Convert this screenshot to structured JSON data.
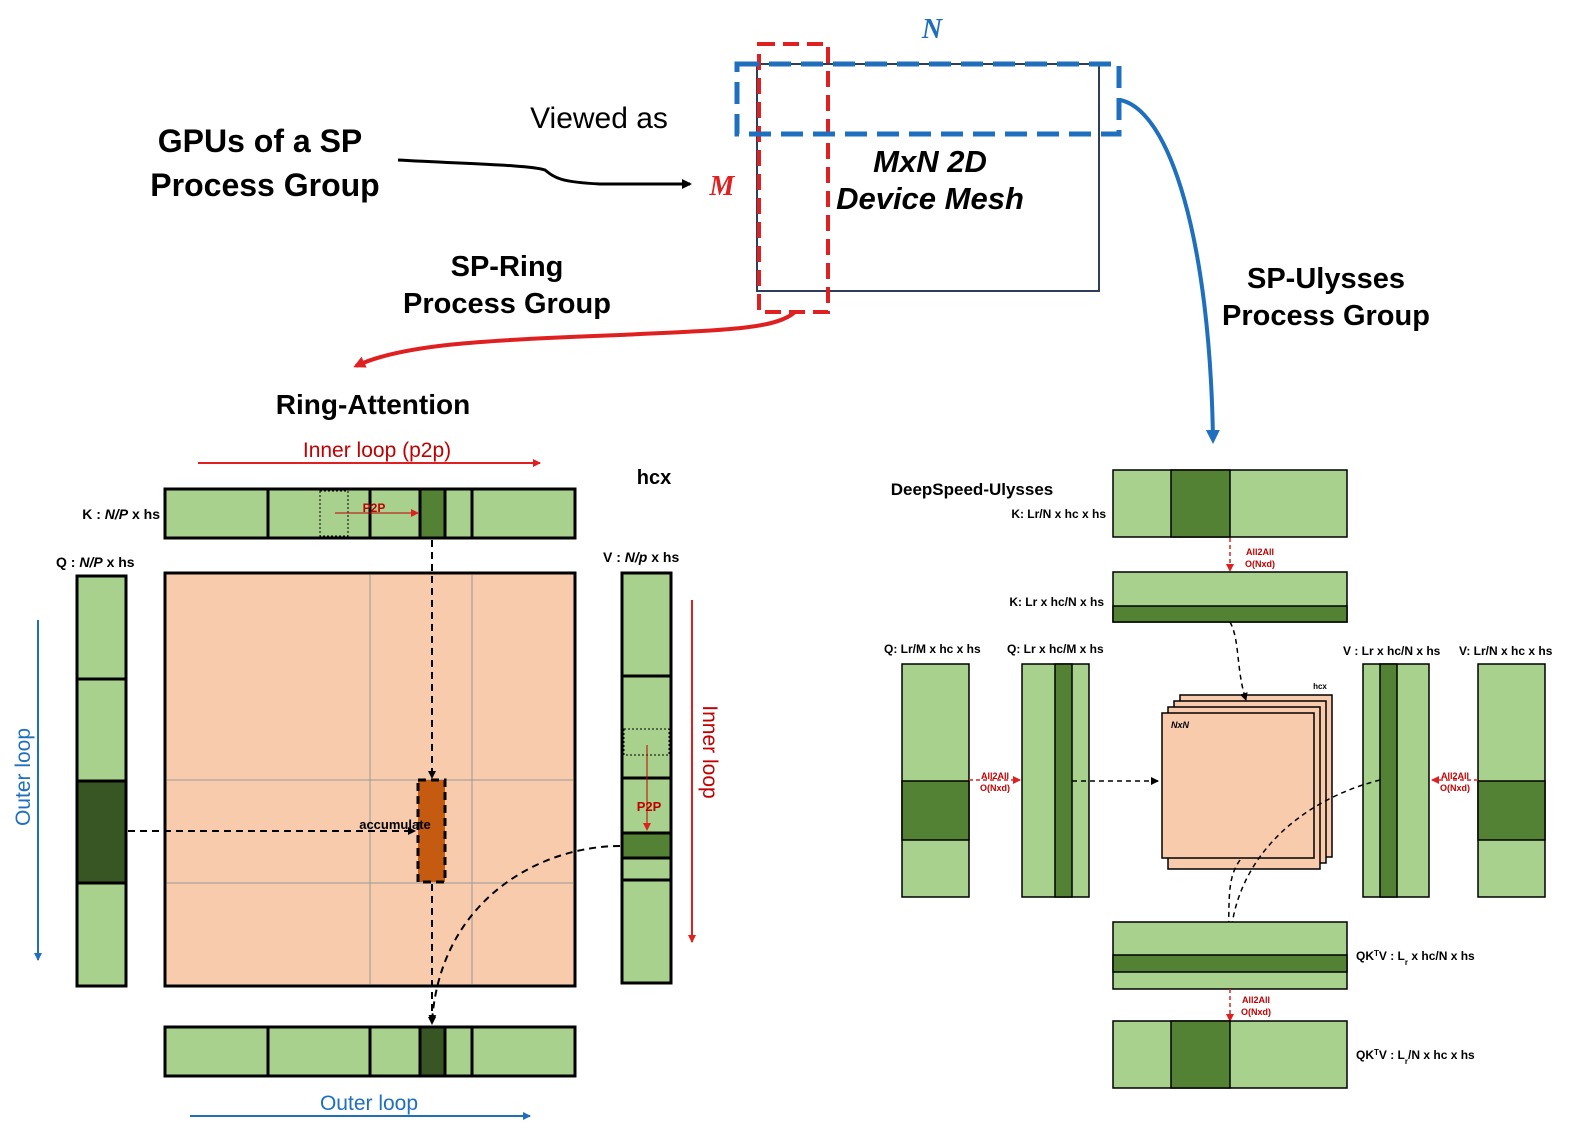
{
  "colors": {
    "light_green": "#a9d18e",
    "dark_green": "#548235",
    "darker_green": "#375623",
    "peach": "#f8cbad",
    "orange": "#c55a11",
    "red": "#e02020",
    "blue": "#1f6fbf",
    "mesh_blue": "#1f77c4"
  },
  "top": {
    "gpus_line1": "GPUs of a SP",
    "gpus_line2": "Process Group",
    "viewed_as": "Viewed as",
    "n_label": "N",
    "m_label": "M",
    "mesh_line1": "MxN 2D",
    "mesh_line2": "Device Mesh",
    "ring_group_line1": "SP-Ring",
    "ring_group_line2": "Process Group",
    "ulysses_group_line1": "SP-Ulysses",
    "ulysses_group_line2": "Process Group"
  },
  "ring": {
    "title": "Ring-Attention",
    "inner_loop_top": "Inner loop (p2p)",
    "hcx": "hcx",
    "k_prefix": "K :",
    "k_dim": "N/P",
    "k_suffix": "x hs",
    "q_prefix": "Q :",
    "q_dim": "N/P",
    "q_suffix": "x hs",
    "v_prefix": "V :",
    "v_dim": "N/p",
    "v_suffix": "x hs",
    "p2p_top": "P2P",
    "p2p_right": "P2P",
    "accumulate": "accumulate",
    "outer_loop_left": "Outer loop",
    "inner_loop_right": "Inner loop",
    "outer_loop_bottom": "Outer loop"
  },
  "ulysses": {
    "title": "DeepSpeed-Ulysses",
    "k1_label": "K: Lr/N x hc x hs",
    "a2a_1a": "All2All",
    "a2a_1b": "O(Nxd)",
    "k2_label": "K: Lr x hc/N x hs",
    "q1_label": "Q: Lr/M x hc x hs",
    "q2_label": "Q: Lr x hc/M x hs",
    "v2_label": "V : Lr x hc/N x hs",
    "v1_label": "V: Lr/N x hc x hs",
    "hcx": "hcx",
    "nxn": "NxN",
    "a2a_q_a": "All2All",
    "a2a_q_b": "O(Nxd)",
    "a2a_v_a": "All2All",
    "a2a_v_b": "O(Nxd)",
    "qktv1_label": "QKTV : Lr x hc/N x hs",
    "a2a_2a": "All2All",
    "a2a_2b": "O(Nxd)",
    "qktv2_label": "QKTV : Lr/N x hc x hs"
  }
}
